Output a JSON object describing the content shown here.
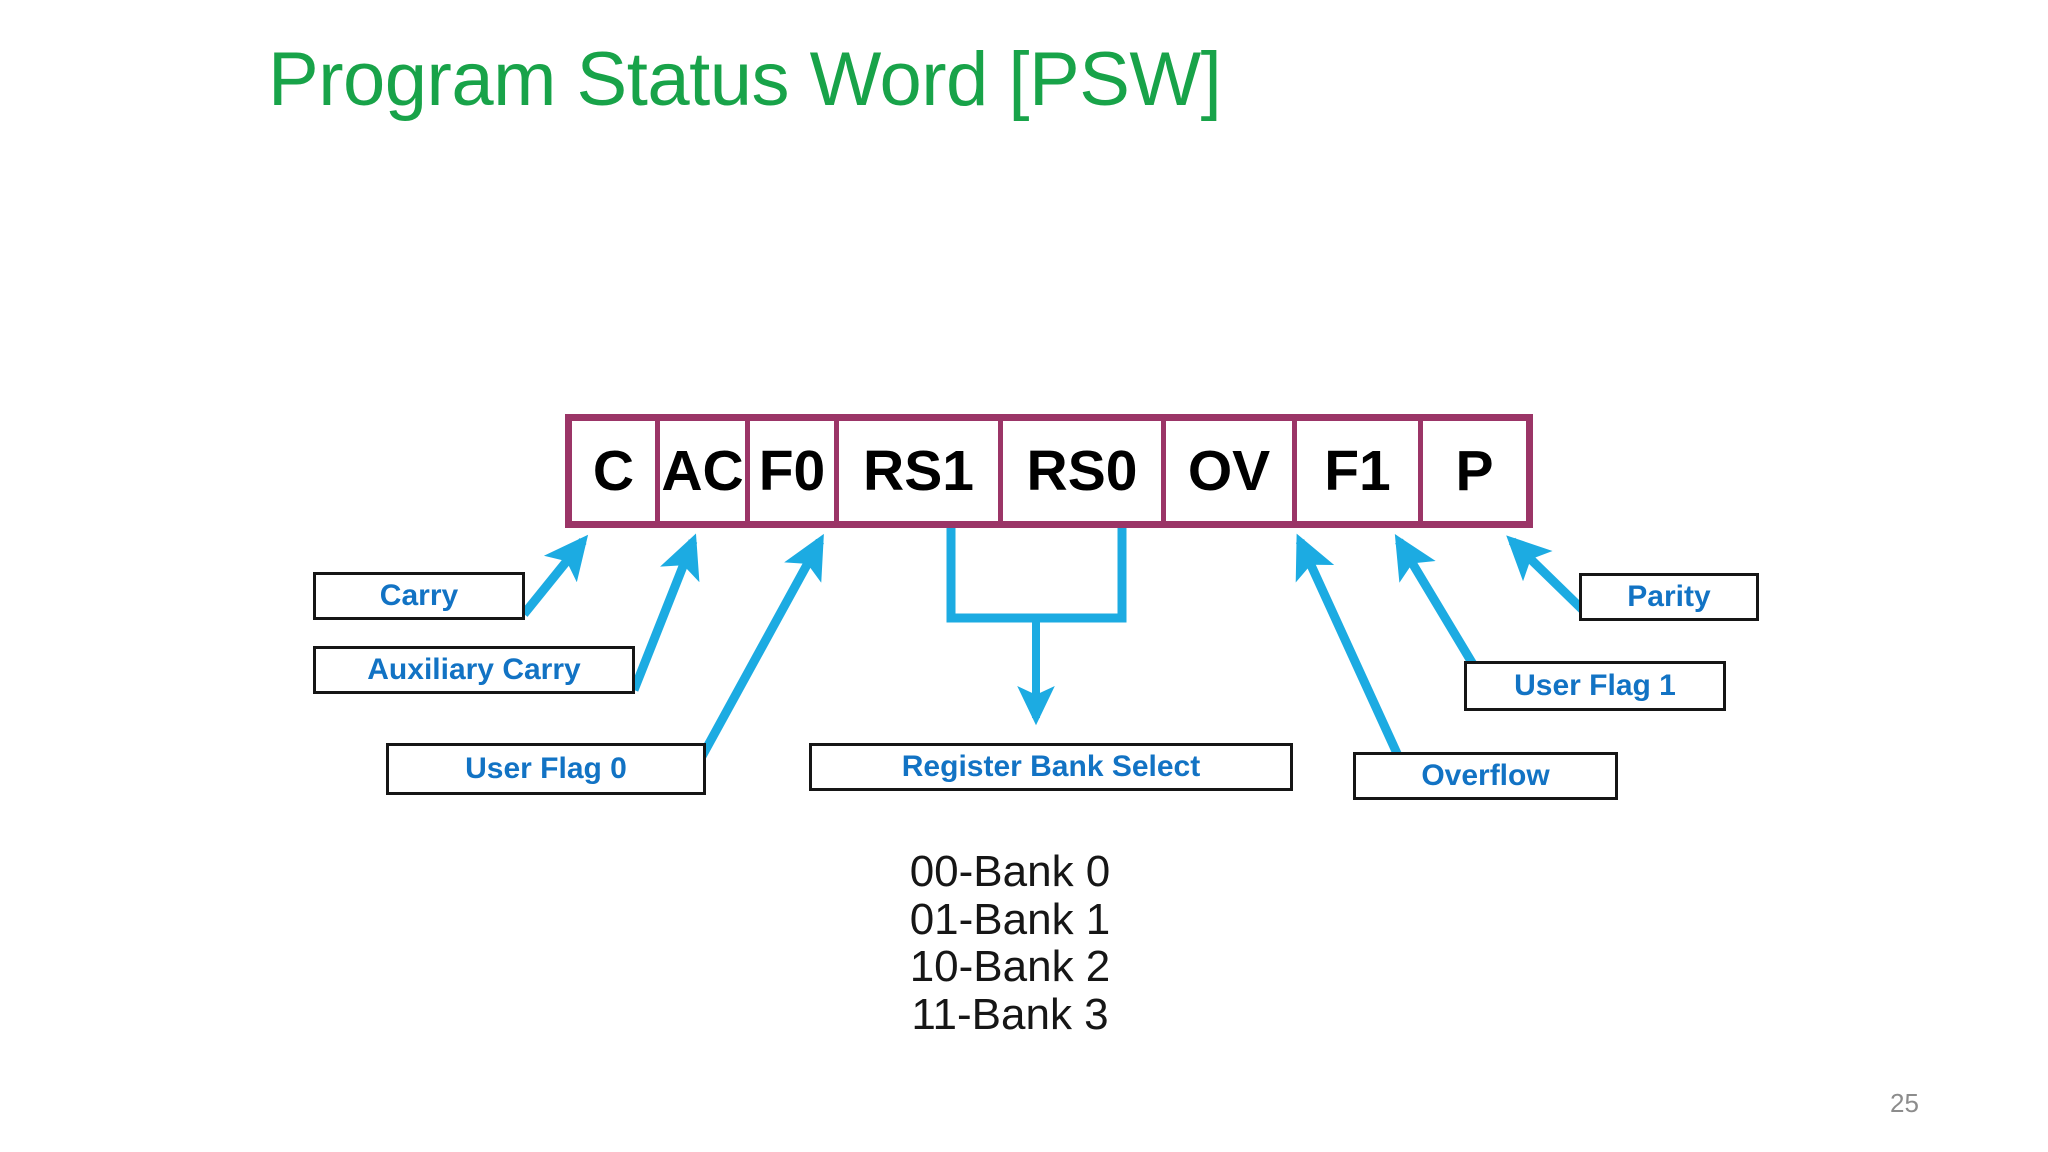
{
  "slide": {
    "title": "Program Status Word [PSW]",
    "number": "25",
    "title_color": "#18A349",
    "table_border_color": "#9B3567",
    "arrow_color": "#1CABE2",
    "label_text_color": "#1273C4"
  },
  "psw_register": {
    "cells": [
      {
        "label": "C",
        "meaning": "Carry"
      },
      {
        "label": "AC",
        "meaning": "Auxiliary Carry"
      },
      {
        "label": "F0",
        "meaning": "User Flag 0"
      },
      {
        "label": "RS1",
        "meaning": "Register Bank Select"
      },
      {
        "label": "RS0",
        "meaning": "Register Bank Select"
      },
      {
        "label": "OV",
        "meaning": "Overflow"
      },
      {
        "label": "F1",
        "meaning": "User Flag 1"
      },
      {
        "label": "P",
        "meaning": "Parity"
      }
    ]
  },
  "callouts": {
    "carry": "Carry",
    "auxiliary_carry": "Auxiliary Carry",
    "user_flag_0": "User Flag 0",
    "register_bank_select": "Register Bank Select",
    "overflow": "Overflow",
    "user_flag_1": "User Flag 1",
    "parity": "Parity"
  },
  "bank_select_legend": {
    "lines": [
      "00-Bank 0",
      "01-Bank 1",
      "10-Bank 2",
      "11-Bank 3"
    ]
  }
}
